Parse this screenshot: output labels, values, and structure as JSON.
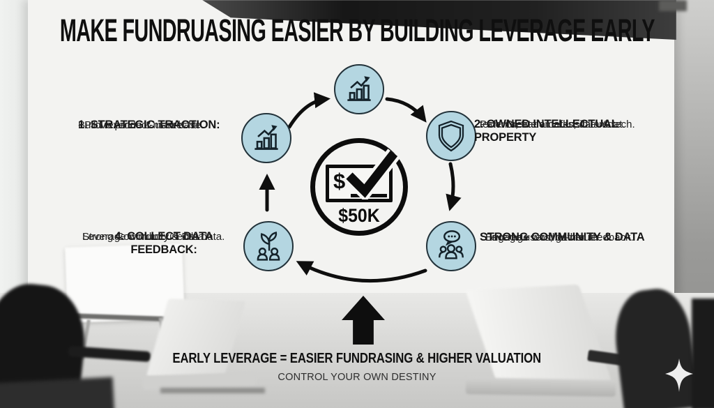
{
  "slide": {
    "title": "MAKE FUNDRUASING EASIER BY BUILDING LEVERAGE EARLY",
    "center": {
      "icon": "check-icon",
      "currency": "$",
      "amount": "$50K"
    },
    "nodes": [
      {
        "id": "strategic-traction",
        "icon": "growth-chart-icon",
        "heading": "1. STRATEGIC TRACTION:",
        "lines": [
          "- Prove product-market fit.",
          "Build revenue & user base."
        ]
      },
      {
        "id": "owned-ip",
        "icon": "shield-icon",
        "heading": "2. OWNED INTELLECTUAL PROPERTY",
        "lines": [
          "Patents, trademarks, data & tech.",
          "tech. Create a defensible moat."
        ]
      },
      {
        "id": "strong-community",
        "icon": "community-chat-icon",
        "heading": "STRONG COMMUNITY & DATA",
        "lines": [
          "Engage users, gather feedback.",
          "Leverage word of-mouth."
        ]
      },
      {
        "id": "collect-data-feedback",
        "icon": "sprout-team-icon",
        "heading": "4. COLLECT DATA FEEDBACK:",
        "lines": [
          "Strong Community & Data.",
          "Leverage word of usectls data."
        ]
      }
    ],
    "top_node_icon": "growth-chart-icon",
    "footer": {
      "headline": "EARLY LEVERAGE = EASIER FUNDRASING & HIGHER VALUATION",
      "subline": "CONTROL YOUR OWN DESTINY"
    },
    "decor_icons": {
      "flow_arrows": "clockwise-cycle-arrows",
      "bottom_arrow": "up-arrow-icon",
      "corner": "sparkle-icon"
    },
    "colors": {
      "node_circle_fill": "#b4d6e1",
      "node_circle_stroke": "#22323a",
      "icon_stroke": "#14222a",
      "arrow_black": "#0e0e0e",
      "title_text": "#0f0f0f",
      "screen_bg": "#f3f3f1"
    }
  }
}
